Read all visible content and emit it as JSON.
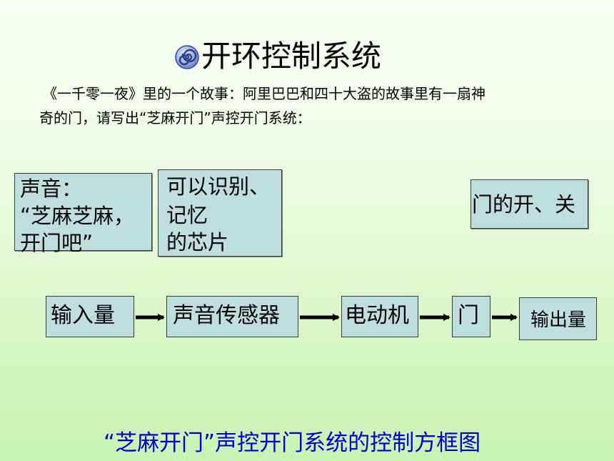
{
  "title": "开环控制系统",
  "intro": {
    "line1": "《一千零一夜》里的一个故事：阿里巴巴和四十大盗的故事里有一扇神",
    "line2": "奇的门，请写出“芝麻开门”声控开门系统："
  },
  "annotations": {
    "sound": [
      "声音：",
      "“芝麻芝麻，",
      "开门吧”"
    ],
    "chip": [
      "可以识别、",
      "记忆",
      "的芯片"
    ],
    "door": "门的开、关"
  },
  "flow": {
    "input": "输入量",
    "sensor": "声音传感器",
    "motor": "电动机",
    "gate": "门",
    "output": "输出量"
  },
  "caption": "“芝麻开门”声控开门系统的控制方框图",
  "colors": {
    "box_fill": "#bfdede",
    "caption": "#0000cc",
    "icon": "#2a4fa8"
  },
  "icons": {
    "title_bullet": "spiral-bullet-icon"
  }
}
